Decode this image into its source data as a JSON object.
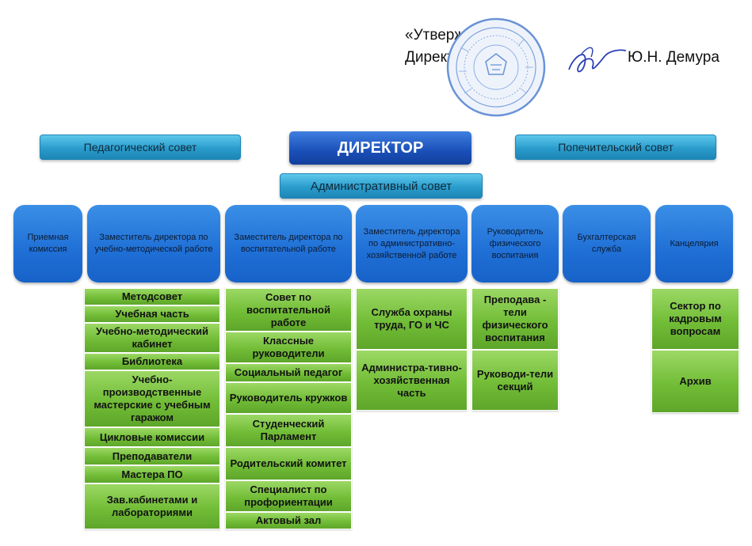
{
  "approval": {
    "line1": "«Утверждаю»",
    "line2": "Директор",
    "name": "Ю.Н. Демура"
  },
  "top": {
    "left": "Педагогический совет",
    "center": "ДИРЕКТОР",
    "right": "Попечительский совет"
  },
  "admin_council": "Административный совет",
  "departments": [
    {
      "label": "Приемная комиссия",
      "items": []
    },
    {
      "label": "Заместитель директора по учебно-методической работе",
      "items": [
        "Методсовет",
        "Учебная часть",
        "Учебно-методический кабинет",
        "Библиотека",
        "Учебно-производственные мастерские с учебным гаражом",
        "Цикловые комиссии",
        "Преподаватели",
        "Мастера ПО",
        "Зав.кабинетами и лабораториями"
      ]
    },
    {
      "label": "Заместитель директора по воспитательной работе",
      "items": [
        "Совет по воспитательной работе",
        "Классные руководители",
        "Социальный педагог",
        "Руководитель кружков",
        "Студенческий Парламент",
        "Родительский комитет",
        "Специалист по профориентации",
        "Актовый зал"
      ]
    },
    {
      "label": "Заместитель директора по административно-хозяйственной работе",
      "items": [
        "Служба охраны труда, ГО и ЧС",
        "Администра-тивно-хозяйственная часть"
      ]
    },
    {
      "label": "Руководитель физического воспитания",
      "items": [
        "Преподава - тели физического воспитания",
        "Руководи-тели секций"
      ]
    },
    {
      "label": "Бухгалтерская служба",
      "items": []
    },
    {
      "label": "Канцелярия",
      "items": [
        "Сектор по кадровым вопросам",
        "Архив"
      ]
    }
  ],
  "colors": {
    "director": "#1a4fb8",
    "cyan": "#2a9ccc",
    "department": "#1f6fd6",
    "green": "#72bd37",
    "stamp": "#4a78c8"
  }
}
